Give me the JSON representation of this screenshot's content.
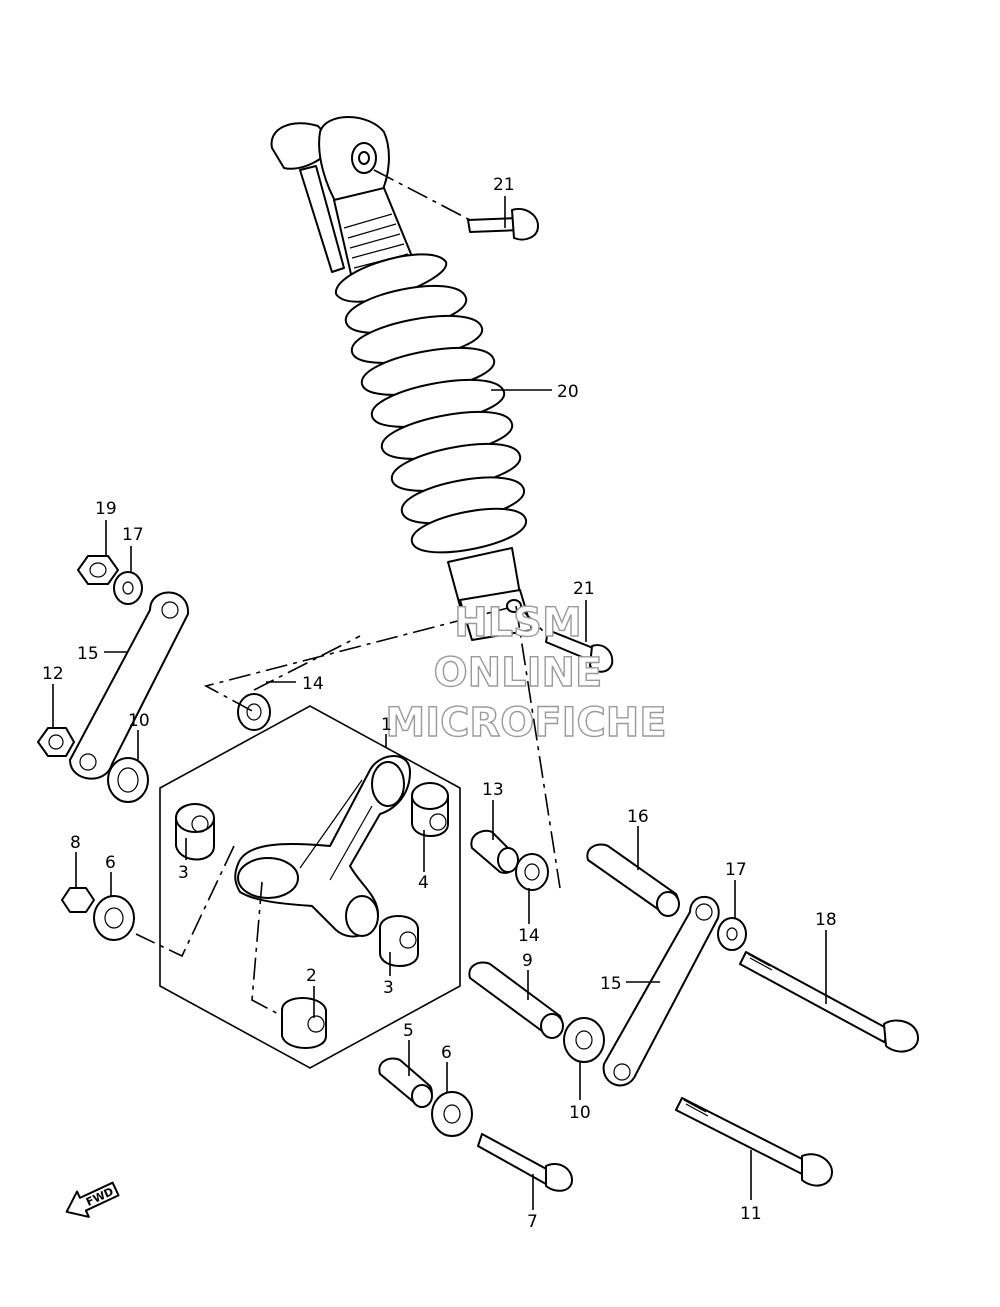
{
  "watermark": {
    "line1": "HLSM",
    "line2": "ONLINE",
    "line3": "MICROFICHE"
  },
  "fwd_label": "FWD",
  "callouts": {
    "p1": "1",
    "p2": "2",
    "p3a": "3",
    "p3b": "3",
    "p4": "4",
    "p5": "5",
    "p6a": "6",
    "p6b": "6",
    "p7": "7",
    "p8": "8",
    "p9": "9",
    "p10a": "10",
    "p10b": "10",
    "p11": "11",
    "p12": "12",
    "p13": "13",
    "p14a": "14",
    "p14b": "14",
    "p15a": "15",
    "p15b": "15",
    "p16": "16",
    "p17a": "17",
    "p17b": "17",
    "p18": "18",
    "p19": "19",
    "p20": "20",
    "p21a": "21",
    "p21b": "21"
  }
}
